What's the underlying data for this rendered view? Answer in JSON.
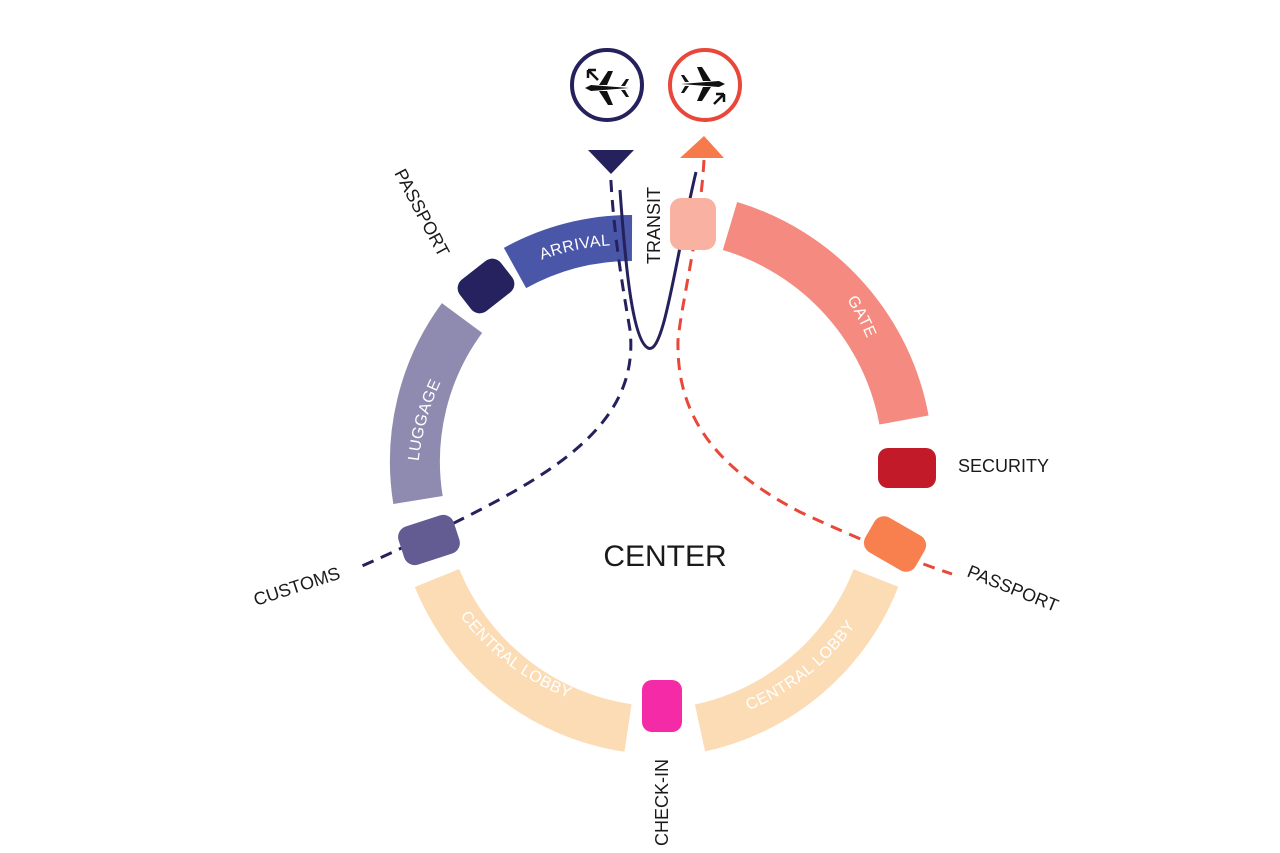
{
  "center": {
    "label": "CENTER"
  },
  "zones": {
    "arrival": "ARRIVAL",
    "luggage": "LUGGAGE",
    "gate": "GATE",
    "central_lobby_left": "CENTRAL LOBBY",
    "central_lobby_right": "CENTRAL LOBBY"
  },
  "checkpoints": {
    "passport_top": "PASSPORT",
    "customs": "CUSTOMS",
    "check_in": "CHECK-IN",
    "passport_right": "PASSPORT",
    "security": "SECURITY",
    "transit": "TRANSIT"
  },
  "icons": {
    "arrival": "arrival-plane-icon",
    "departure": "departure-plane-icon"
  },
  "colors": {
    "arrival": "#4a56a8",
    "luggage": "#8f8ab0",
    "gate": "#f58a80",
    "lobby": "#fcdcb5",
    "passport_top": "#262260",
    "customs": "#625c92",
    "check_in": "#f52aa6",
    "passport_right": "#f7804e",
    "security": "#c31a2a",
    "transit": "#f9b1a1",
    "arrival_path": "#24215c",
    "departure_path": "#e8473a"
  }
}
